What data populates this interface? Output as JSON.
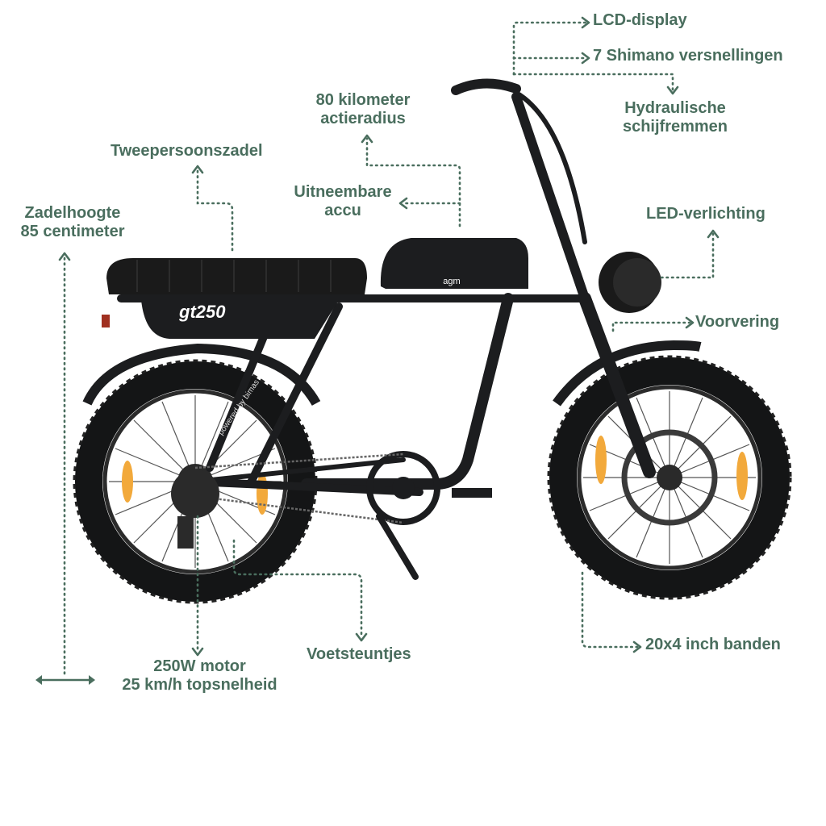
{
  "brand": {
    "model_logo": "gt250",
    "frame_text": "powered by bimas",
    "battery_logo": "agm"
  },
  "colors": {
    "label": "#4a6e5e",
    "bike": "#1c1d1f",
    "reflector": "#f2a93b"
  },
  "labels": {
    "lcd": "LCD-display",
    "gears": "7 Shimano versnellingen",
    "brakes_1": "Hydraulische",
    "brakes_2": "schijfremmen",
    "range_1": "80 kilometer",
    "range_2": "actieradius",
    "seat": "Tweepersoonszadel",
    "battery_1": "Uitneembare",
    "battery_2": "accu",
    "seat_height_1": "Zadelhoogte",
    "seat_height_2": "85 centimeter",
    "led": "LED-verlichting",
    "suspension": "Voorvering",
    "motor_1": "250W motor",
    "motor_2": "25 km/h topsnelheid",
    "footrests": "Voetsteuntjes",
    "tires": "20x4 inch banden"
  }
}
